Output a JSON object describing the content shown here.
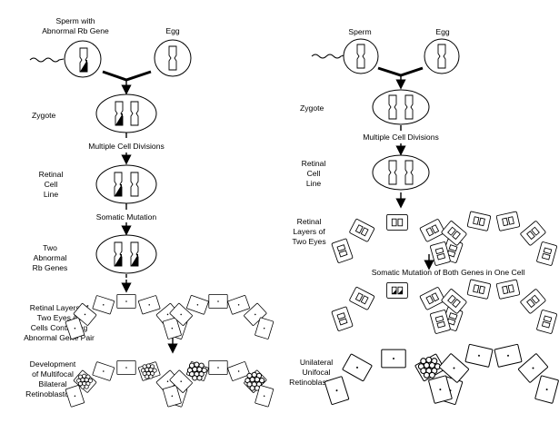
{
  "left_panel": {
    "sperm_label": [
      "Sperm with",
      "Abnormal Rb Gene"
    ],
    "egg_label": "Egg",
    "zygote_label": "Zygote",
    "divisions_label": "Multiple Cell Divisions",
    "cell_line_label": [
      "Retinal",
      "Cell",
      "Line"
    ],
    "mutation_label": "Somatic Mutation",
    "two_abnormal_label": [
      "Two",
      "Abnormal",
      "Rb Genes"
    ],
    "retinal_layers_label": [
      "Retinal Layers of",
      "Two Eyes All",
      "Cells Containing",
      "Abnormal Gene Pair"
    ],
    "outcome_label": [
      "Development",
      "of Multifocal",
      "Bilateral",
      "Retinoblastoma"
    ]
  },
  "right_panel": {
    "sperm_label": "Sperm",
    "egg_label": "Egg",
    "zygote_label": "Zygote",
    "divisions_label": "Multiple Cell Divisions",
    "cell_line_label": [
      "Retinal",
      "Cell",
      "Line"
    ],
    "retinal_layers_label": [
      "Retinal",
      "Layers of",
      "Two Eyes"
    ],
    "mutation_label": "Somatic Mutation of Both Genes in One Cell",
    "outcome_label": [
      "Unilateral",
      "Unifocal",
      "Retinoblastoma"
    ]
  }
}
